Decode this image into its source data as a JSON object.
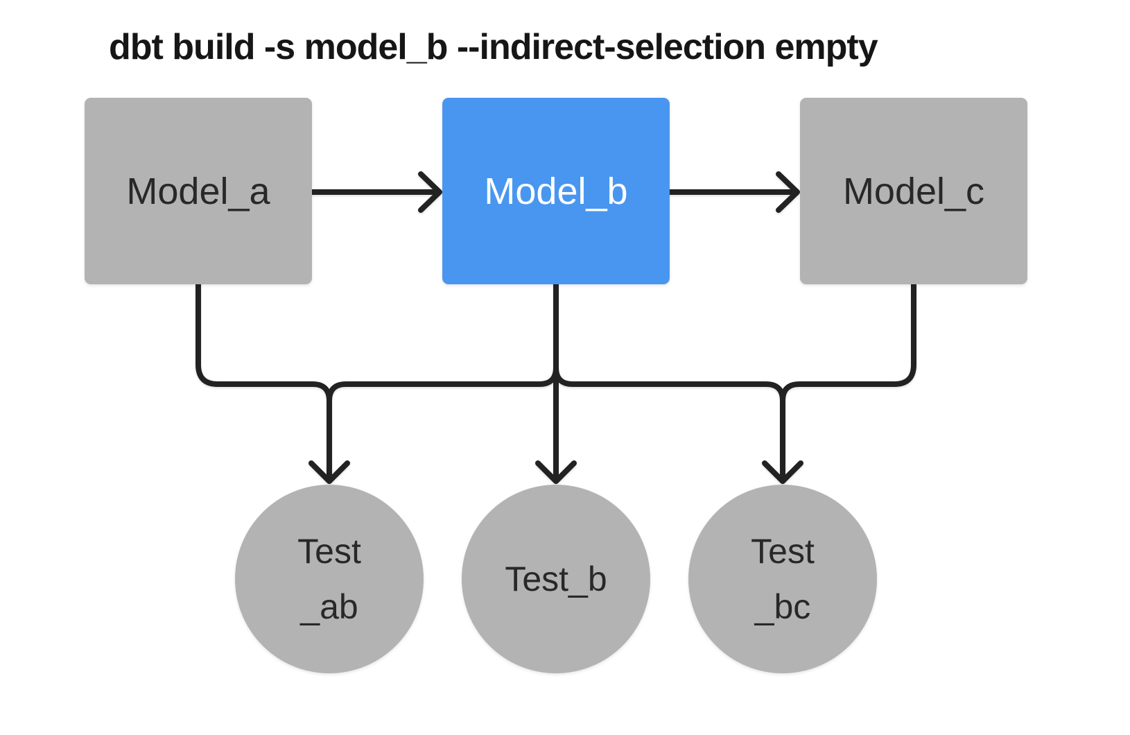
{
  "title": "dbt build -s model_b --indirect-selection empty",
  "colors": {
    "background": "#ffffff",
    "node_gray": "#b3b3b3",
    "node_selected_blue": "#4996f0",
    "edge_stroke": "#222222",
    "node_text_dark": "#282828",
    "node_text_on_blue": "#ffffff",
    "title_text": "#161616"
  },
  "models": [
    {
      "id": "model_a",
      "label": "Model_a",
      "selected": false
    },
    {
      "id": "model_b",
      "label": "Model_b",
      "selected": true
    },
    {
      "id": "model_c",
      "label": "Model_c",
      "selected": false
    }
  ],
  "tests": [
    {
      "id": "test_ab",
      "label": "Test\n_ab"
    },
    {
      "id": "test_b",
      "label": "Test_b"
    },
    {
      "id": "test_bc",
      "label": "Test\n_bc"
    }
  ],
  "edges": [
    {
      "from": "model_a",
      "to": "model_b",
      "style": "arrow-right"
    },
    {
      "from": "model_b",
      "to": "model_c",
      "style": "arrow-right"
    },
    {
      "from": "model_a",
      "to": "test_ab",
      "style": "arrow-down"
    },
    {
      "from": "model_b",
      "to": "test_ab",
      "style": "arrow-down"
    },
    {
      "from": "model_b",
      "to": "test_b",
      "style": "arrow-down"
    },
    {
      "from": "model_b",
      "to": "test_bc",
      "style": "arrow-down"
    },
    {
      "from": "model_c",
      "to": "test_bc",
      "style": "arrow-down"
    }
  ]
}
